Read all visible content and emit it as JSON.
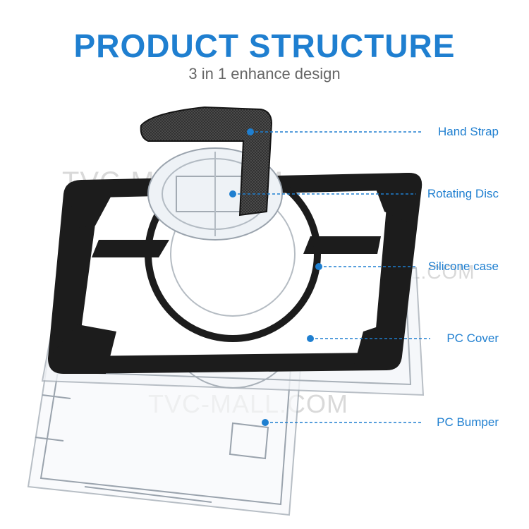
{
  "header": {
    "title": "PRODUCT STRUCTURE",
    "subtitle": "3 in 1 enhance design"
  },
  "watermark": "TVC-MALL.COM",
  "callouts": [
    {
      "id": "hand-strap",
      "label": "Hand Strap"
    },
    {
      "id": "rotating-disc",
      "label": "Rotating Disc"
    },
    {
      "id": "silicone-case",
      "label": "Silicone case"
    },
    {
      "id": "pc-cover",
      "label": "PC Cover"
    },
    {
      "id": "pc-bumper",
      "label": "PC Bumper"
    }
  ],
  "colors": {
    "accent": "#1f7fd0",
    "label": "#1f7fd0",
    "silicone": "#1c1c1c",
    "clear_edge": "#9aa3ad",
    "strap": "#2a2a2a"
  }
}
